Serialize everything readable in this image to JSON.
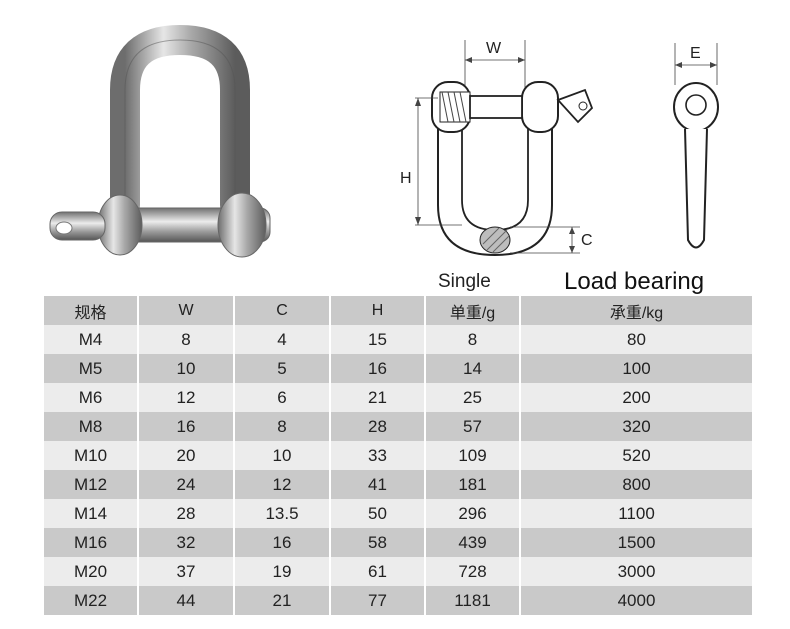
{
  "diagram": {
    "dim_w": "W",
    "dim_h": "H",
    "dim_c": "C",
    "dim_e": "E"
  },
  "labels": {
    "single": "Single",
    "load_bearing": "Load bearing"
  },
  "table": {
    "headers": [
      "规格",
      "W",
      "C",
      "H",
      "单重/g",
      "承重/kg"
    ],
    "rows": [
      [
        "M4",
        "8",
        "4",
        "15",
        "8",
        "80"
      ],
      [
        "M5",
        "10",
        "5",
        "16",
        "14",
        "100"
      ],
      [
        "M6",
        "12",
        "6",
        "21",
        "25",
        "200"
      ],
      [
        "M8",
        "16",
        "8",
        "28",
        "57",
        "320"
      ],
      [
        "M10",
        "20",
        "10",
        "33",
        "109",
        "520"
      ],
      [
        "M12",
        "24",
        "12",
        "41",
        "181",
        "800"
      ],
      [
        "M14",
        "28",
        "13.5",
        "50",
        "296",
        "1100"
      ],
      [
        "M16",
        "32",
        "16",
        "58",
        "439",
        "1500"
      ],
      [
        "M20",
        "37",
        "19",
        "61",
        "728",
        "3000"
      ],
      [
        "M22",
        "44",
        "21",
        "77",
        "1181",
        "4000"
      ]
    ]
  },
  "colors": {
    "header_bg": "#c9c9c9",
    "row_light": "#ececec",
    "row_dark": "#c9c9c9"
  }
}
